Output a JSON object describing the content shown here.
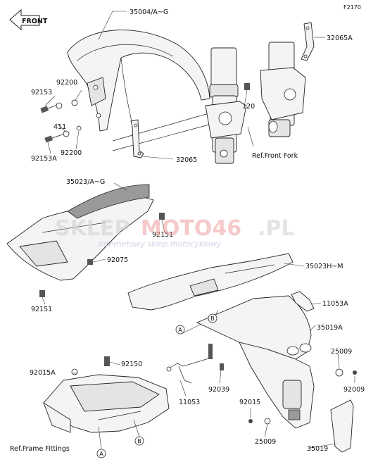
{
  "page_code": "F2170",
  "front_label": "FRONT",
  "watermark": {
    "brand_gray": "SKLEP",
    "brand_red": "MOTO46",
    "brand_suffix": ".PL",
    "tagline": "internetowy sklep motocyklowy"
  },
  "ref_labels": {
    "front_fork": "Ref.Front Fork",
    "frame_fittings": "Ref.Frame Fittings"
  },
  "callouts": {
    "A": "A",
    "B": "B"
  },
  "part_numbers": {
    "p35004": "35004/A~G",
    "p32065A": "32065A",
    "p92200_top": "92200",
    "p92153": "92153",
    "p411": "411",
    "p92200_bot": "92200",
    "p92153A": "92153A",
    "p120": "120",
    "p32065": "32065",
    "p35023": "35023/A~G",
    "p92151_top": "92151",
    "p92075": "92075",
    "p92151_bot": "92151",
    "p35023HM": "35023H~M",
    "p11053A": "11053A",
    "p35019A": "35019A",
    "p25009_right": "25009",
    "p92009": "92009",
    "p92015A": "92015A",
    "p92150": "92150",
    "p92039": "92039",
    "p11053": "11053",
    "p92015": "92015",
    "p25009_bot": "25009",
    "p35019": "35019"
  }
}
